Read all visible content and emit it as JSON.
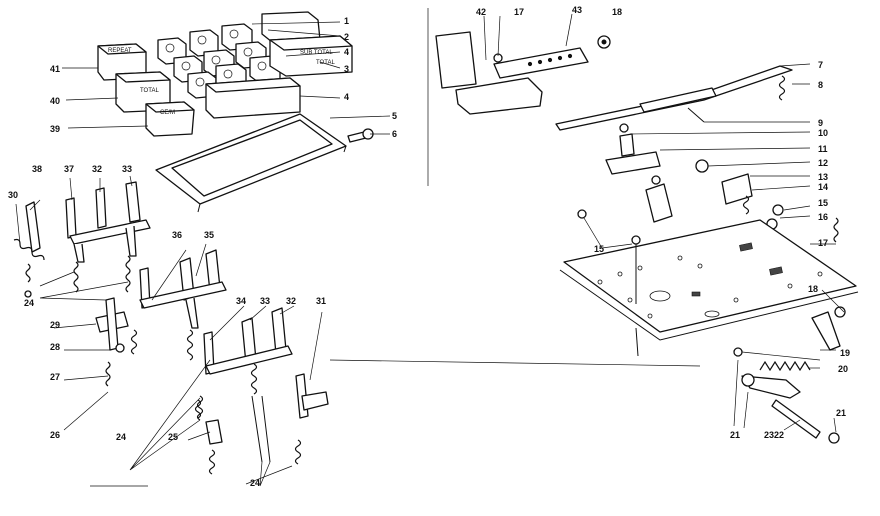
{
  "diagram": {
    "key_labels": {
      "repeat": "REPEAT",
      "total": "TOTAL",
      "clear": "CE/M",
      "sub_total": "SUB TOTAL"
    },
    "callouts": {
      "c1": "1",
      "c2": "2",
      "c3": "3",
      "c4a": "4",
      "c4b": "4",
      "c5": "5",
      "c6": "6",
      "c7": "7",
      "c8": "8",
      "c9": "9",
      "c10": "10",
      "c11": "11",
      "c12": "12",
      "c13": "13",
      "c14": "14",
      "c15a": "15",
      "c15b": "15",
      "c16": "16",
      "c17a": "17",
      "c17b": "17",
      "c18a": "18",
      "c18b": "18",
      "c19": "19",
      "c20": "20",
      "c21a": "21",
      "c21b": "21",
      "c22": "22",
      "c23": "23",
      "c24a": "24",
      "c24b": "24",
      "c24c": "24",
      "c25": "25",
      "c26": "26",
      "c27": "27",
      "c28": "28",
      "c29": "29",
      "c30": "30",
      "c31": "31",
      "c32a": "32",
      "c32b": "32",
      "c33a": "33",
      "c33b": "33",
      "c34": "34",
      "c35": "35",
      "c36": "36",
      "c37": "37",
      "c38": "38",
      "c39": "39",
      "c40": "40",
      "c41": "41",
      "c42": "42",
      "c43": "43"
    }
  }
}
